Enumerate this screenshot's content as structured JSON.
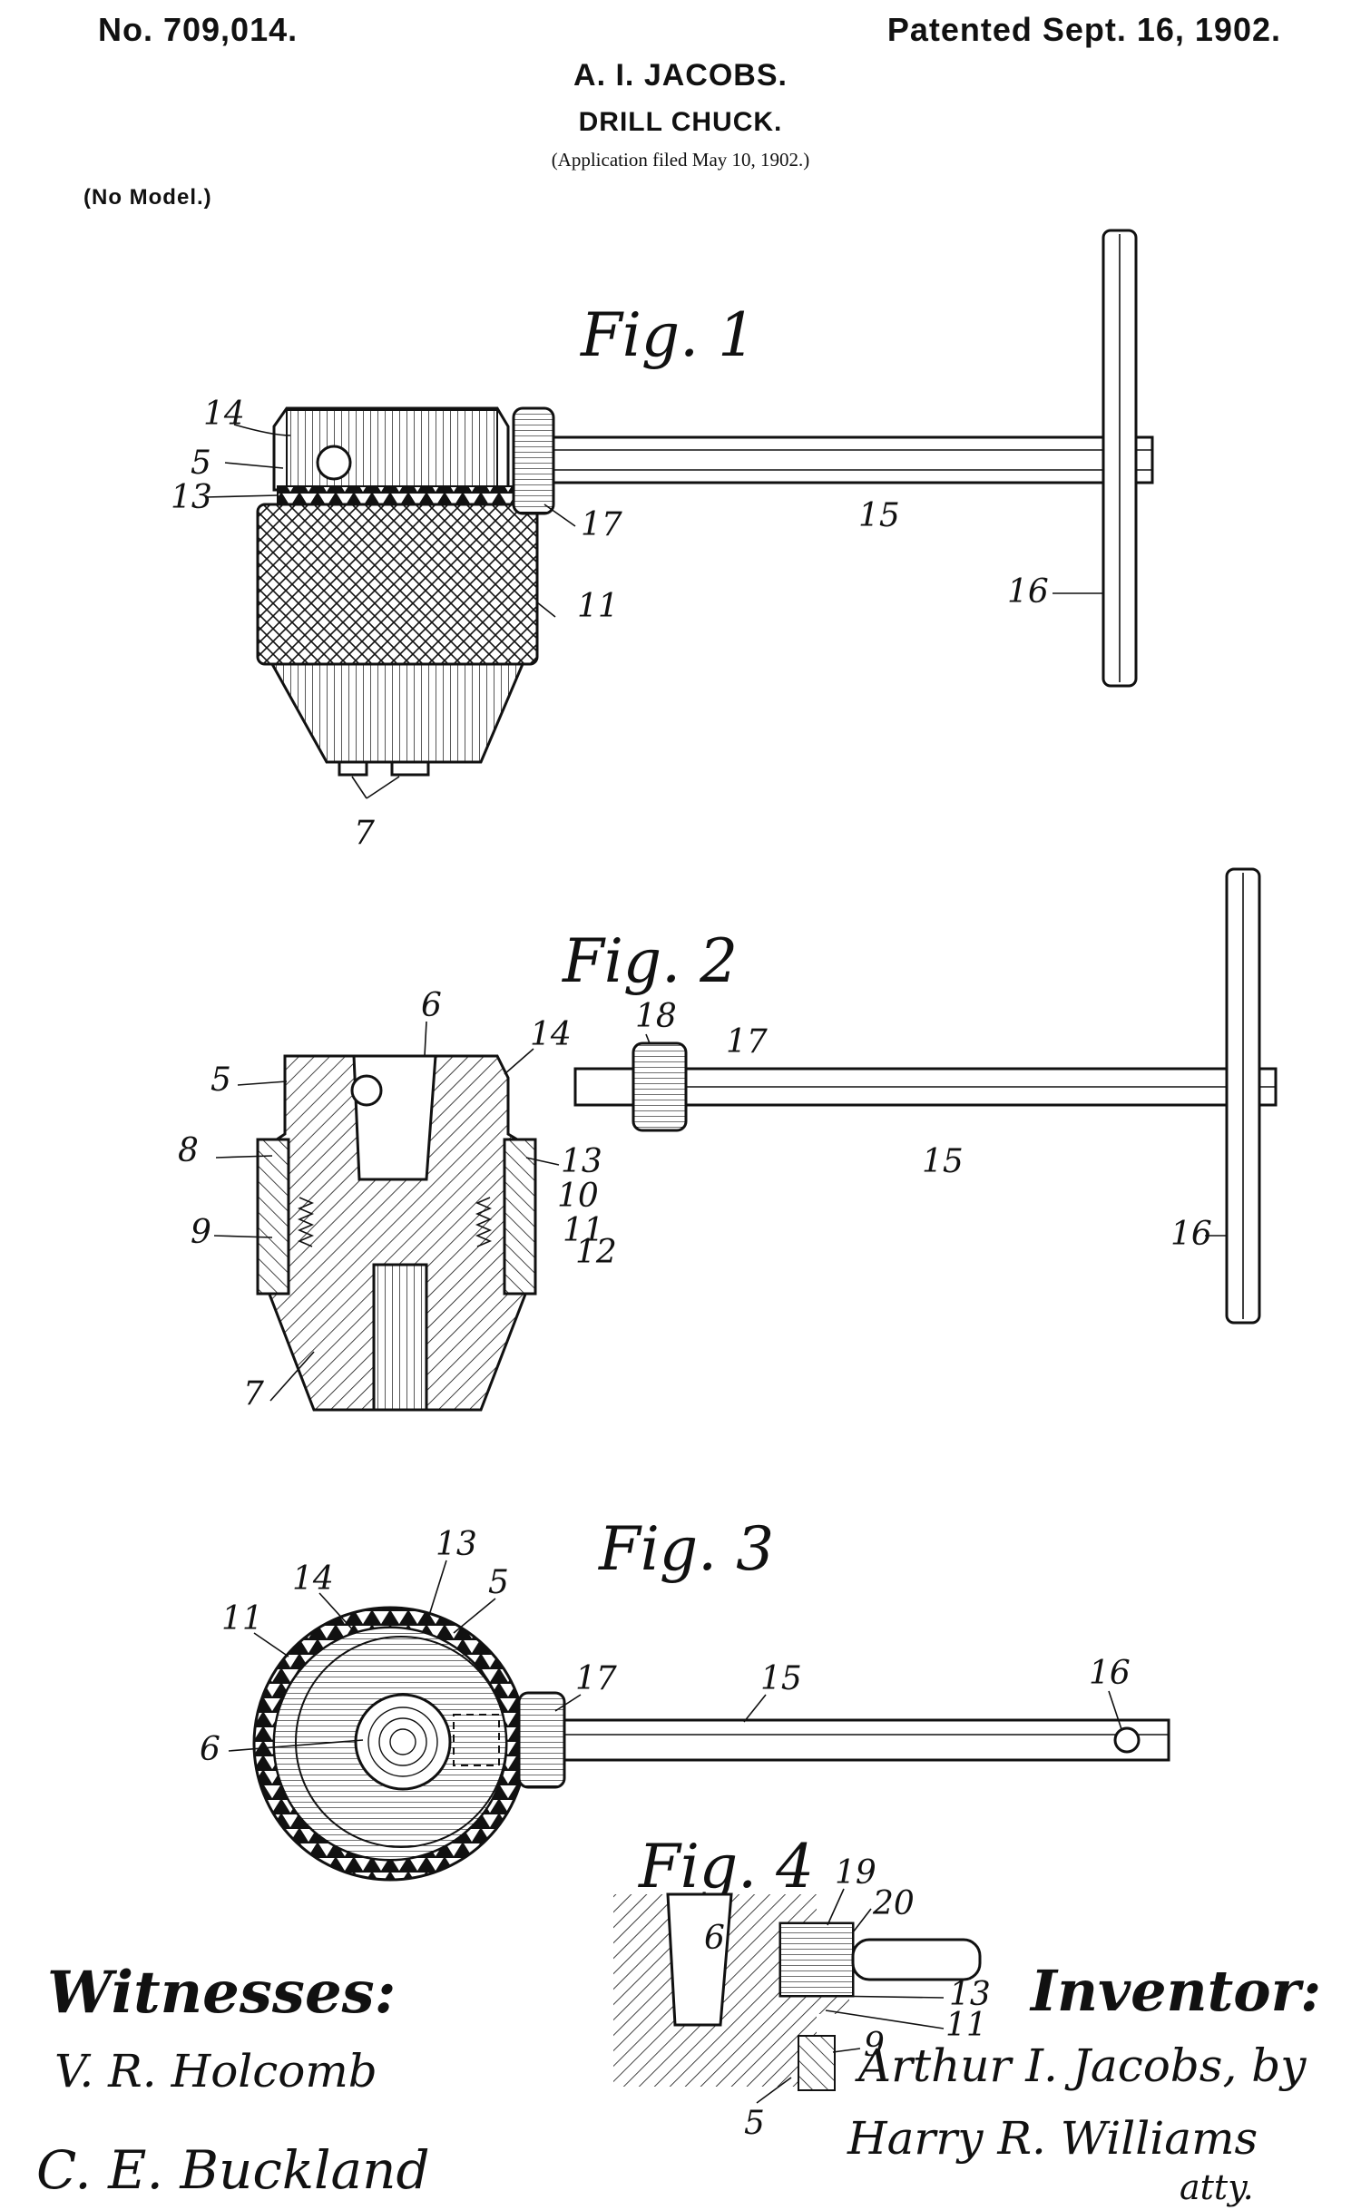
{
  "header": {
    "patent_number": "No. 709,014.",
    "patented_date": "Patented Sept. 16, 1902.",
    "inventor": "A. I. JACOBS.",
    "title": "DRILL CHUCK.",
    "application": "(Application filed May 10, 1902.)",
    "model_note": "(No Model.)"
  },
  "figures": {
    "fig1": {
      "label": "Fig. 1",
      "refs": [
        "14",
        "5",
        "13",
        "17",
        "15",
        "11",
        "16",
        "7"
      ]
    },
    "fig2": {
      "label": "Fig. 2",
      "refs": [
        "6",
        "14",
        "18",
        "17",
        "5",
        "8",
        "13",
        "10",
        "11",
        "9",
        "12",
        "15",
        "16",
        "7"
      ]
    },
    "fig3": {
      "label": "Fig. 3",
      "refs": [
        "13",
        "14",
        "5",
        "11",
        "17",
        "15",
        "16",
        "6"
      ]
    },
    "fig4": {
      "label": "Fig. 4",
      "refs": [
        "19",
        "20",
        "6",
        "13",
        "11",
        "9",
        "5"
      ]
    }
  },
  "signatures": {
    "witnesses_label": "Witnesses:",
    "witness_1": "V. R. Holcomb",
    "witness_2": "C. E. Buckland",
    "inventor_label": "Inventor:",
    "inventor_signature": "Arthur I. Jacobs, by",
    "attorney_signature": "Harry R. Williams",
    "attorney_abbrev": "atty."
  }
}
